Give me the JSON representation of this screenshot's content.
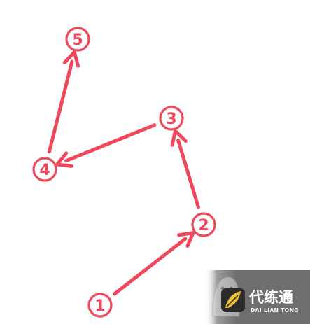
{
  "colors": {
    "accent": "#f0485b",
    "background": "#ffffff",
    "watermark_bg": "#6f6f6f",
    "watermark_text": "#ffffff",
    "logo_yellow": "#f2c230"
  },
  "steps": [
    {
      "label": "1"
    },
    {
      "label": "2"
    },
    {
      "label": "3"
    },
    {
      "label": "4"
    },
    {
      "label": "5"
    }
  ],
  "arrows": [
    {
      "from": "1",
      "to": "2"
    },
    {
      "from": "2",
      "to": "3"
    },
    {
      "from": "3",
      "to": "4"
    },
    {
      "from": "4",
      "to": "5"
    }
  ],
  "watermark": {
    "logo_icon": "ghost-mascot-icon",
    "brand_icon": "leaf-badge-icon",
    "title_cn": "代练通",
    "subtitle_en": "DAI LIAN TONG"
  }
}
